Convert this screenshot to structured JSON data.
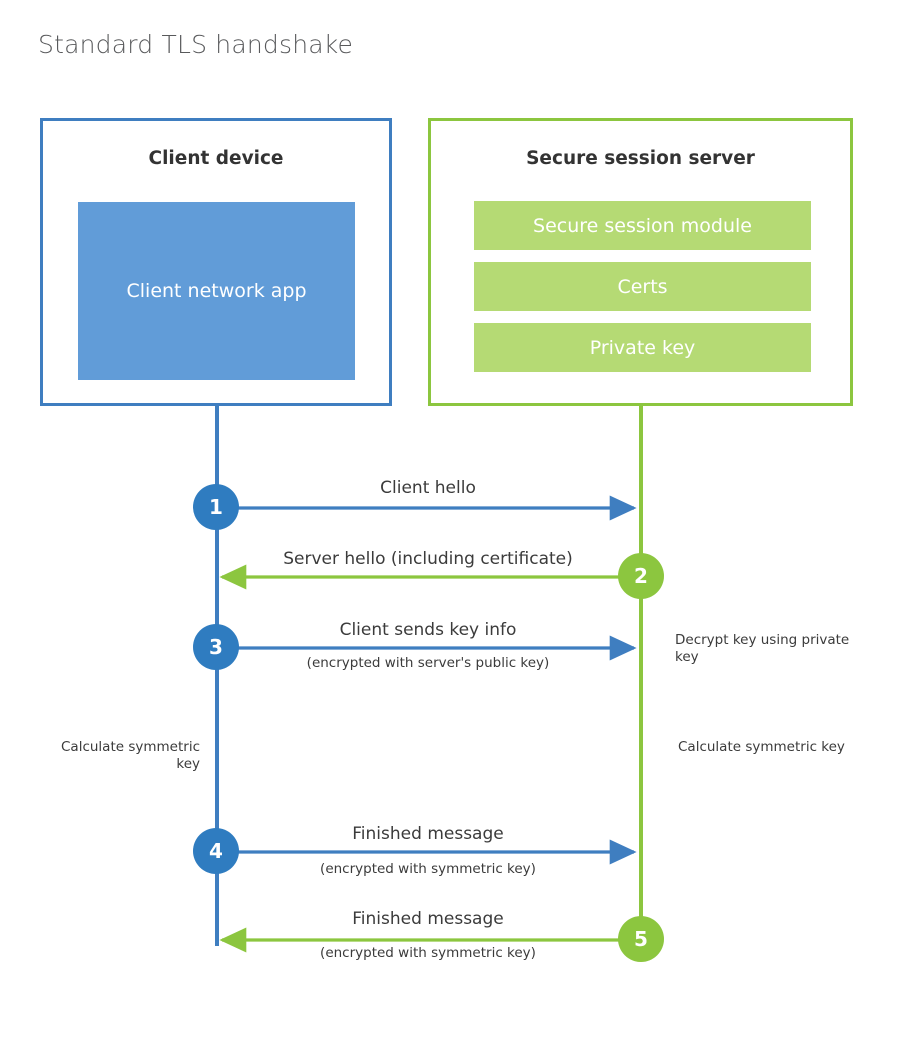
{
  "title": "Standard TLS handshake",
  "colors": {
    "client_border": "#3f7ec0",
    "client_fill": "#619cd8",
    "client_line": "#3f7ec0",
    "client_circle": "#2f7cc0",
    "server_border": "#8cc63f",
    "server_fill": "#b5da74",
    "server_line": "#8cc63f",
    "server_circle": "#8cc63f",
    "title_text": "#58595b",
    "body_text": "#3b3b3b"
  },
  "client": {
    "title": "Client device",
    "app_label": "Client network app"
  },
  "server": {
    "title": "Secure session server",
    "components": [
      {
        "label": "Secure session module"
      },
      {
        "label": "Certs"
      },
      {
        "label": "Private key"
      }
    ]
  },
  "steps": [
    {
      "number": "1",
      "side": "client"
    },
    {
      "number": "2",
      "side": "server"
    },
    {
      "number": "3",
      "side": "client"
    },
    {
      "number": "4",
      "side": "client"
    },
    {
      "number": "5",
      "side": "server"
    }
  ],
  "messages": [
    {
      "primary": "Client hello",
      "secondary": "",
      "direction": "client-to-server"
    },
    {
      "primary": "Server hello (including certificate)",
      "secondary": "",
      "direction": "server-to-client"
    },
    {
      "primary": "Client sends key info",
      "secondary": "(encrypted with server's public key)",
      "direction": "client-to-server"
    },
    {
      "primary": "Finished message",
      "secondary": "(encrypted with symmetric key)",
      "direction": "client-to-server"
    },
    {
      "primary": "Finished message",
      "secondary": "(encrypted with symmetric key)",
      "direction": "server-to-client"
    }
  ],
  "notes": {
    "decrypt_key": "Decrypt key using private key",
    "calculate_symmetric_key_client": "Calculate symmetric key",
    "calculate_symmetric_key_server": "Calculate symmetric key"
  }
}
